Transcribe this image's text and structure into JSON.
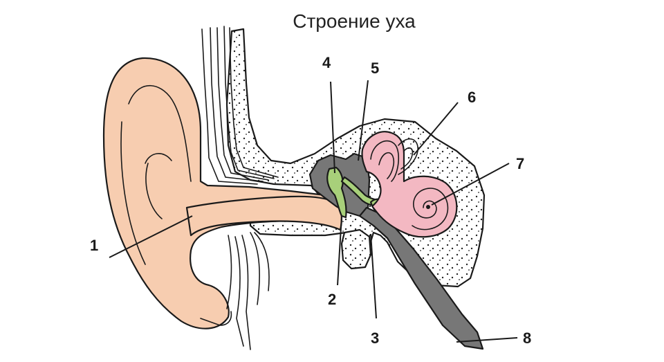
{
  "title": "Строение  уха",
  "colors": {
    "outer_ear": "#f7cdb0",
    "ossicles": "#a8d07a",
    "inner_ear": "#f3b8c2",
    "bone_gray": "#777777",
    "bone_light": "#ffffff"
  },
  "labels": [
    "1",
    "2",
    "3",
    "4",
    "5",
    "6",
    "7",
    "8"
  ]
}
